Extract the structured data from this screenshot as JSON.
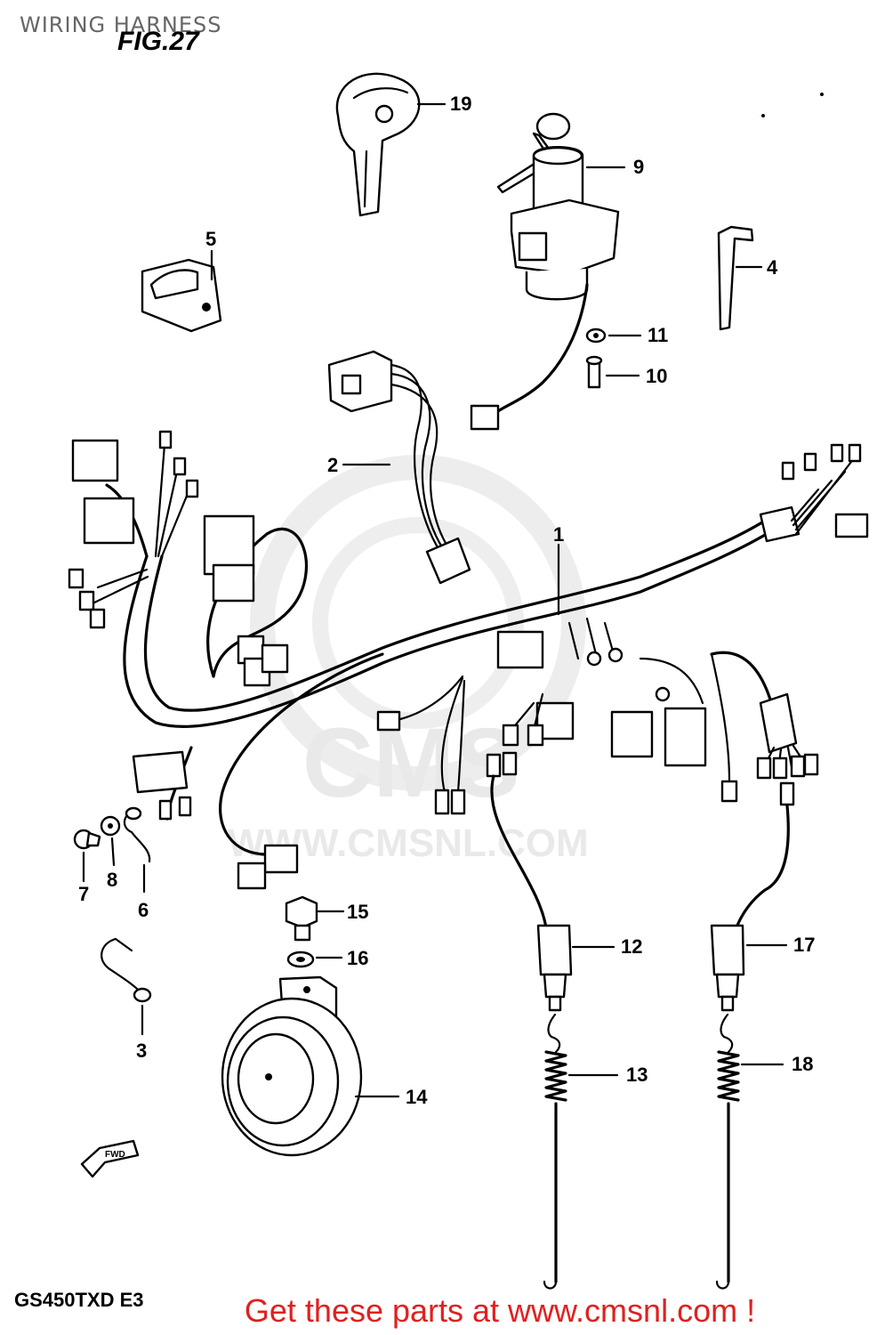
{
  "page": {
    "title": "WIRING HARNESS",
    "figure": "FIG.27",
    "model": "GS450TXD E3",
    "footer": "Get these parts at www.cmsnl.com !",
    "watermark": "WWW.CMSNL.COM",
    "watermark_logo": "CMS"
  },
  "callouts": {
    "c1": "1",
    "c2": "2",
    "c3": "3",
    "c4": "4",
    "c5": "5",
    "c6": "6",
    "c7": "7",
    "c8": "8",
    "c9": "9",
    "c10": "10",
    "c11": "11",
    "c12": "12",
    "c13": "13",
    "c14": "14",
    "c15": "15",
    "c16": "16",
    "c17": "17",
    "c18": "18",
    "c19": "19"
  },
  "fwd_arrow": "FWD",
  "colors": {
    "footer": "#e02020",
    "title": "#666666",
    "watermark": "#e9e9e9"
  }
}
